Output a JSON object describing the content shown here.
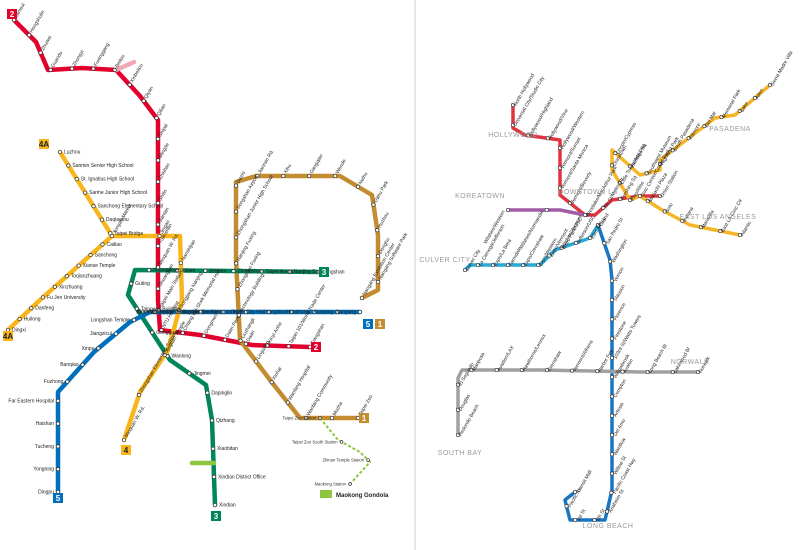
{
  "colors": {
    "red": "#e3002c",
    "gold": "#c48c31",
    "green": "#008659",
    "orange": "#f8b61c",
    "blue": "#0070bd",
    "lime": "#8dc63f",
    "pink": "#f0a7b6",
    "la_red": "#e0343f",
    "la_purple": "#a05da5",
    "la_cyan": "#2aa9d6",
    "la_blue": "#1a75c2",
    "la_gold": "#f6b527",
    "la_gray": "#a0a0a0",
    "district": "#9a9a9a",
    "divider": "#cccccc"
  },
  "taipei": {
    "badges": {
      "red_top": "2",
      "red_right": "2",
      "green": "3",
      "green_bottom": "3",
      "blue_right": "5",
      "blue_bottom": "5",
      "gold_right": "1",
      "gold_bottom": "1",
      "orange_top": "4A",
      "orange_bottom": "4A",
      "orange_xindian": "4"
    },
    "red_line": [
      "Tamsui",
      "Hongshulin",
      "Zhuwei",
      "Guandu",
      "Zhongyi",
      "Fuxinggang",
      "Beitou",
      "Xinbeitou",
      "Qiyan",
      "Qilian",
      "Shipai",
      "Mingde",
      "Zhishan",
      "Shilin",
      "Jiantan",
      "Yuanshan",
      "Minquan W. Rd.",
      "Shuanglian",
      "Taipei Main Station",
      "NTU Hospital",
      "Chiang Kai-Shek Memorial Hall",
      "Dongmen",
      "Daan Park",
      "Daan",
      "Xinyi Anhe",
      "Taipei 101/World Trade Center",
      "Xiangshan"
    ],
    "gold_line": [
      "Taipei Zoo",
      "Muzha",
      "Wanfang Community",
      "Wanfang Hospital",
      "Xinhai",
      "Linguang",
      "Liuzhangli",
      "Technology Building",
      "Zhongxiao Fuxing",
      "Nanjing Fuxing",
      "Zhongshan Junior High School",
      "Songshan Airport",
      "Dazhi",
      "Jiannan Rd.",
      "Xihu",
      "Gangqian",
      "Wende",
      "Neihu",
      "Dahu Park",
      "Huzhou",
      "Donghu",
      "Nangang Software Park",
      "Nangang Exhibition Center"
    ],
    "green_line": [
      "Songshan",
      "Nanjing Sanmin",
      "Taipei Arena",
      "Zhongshan",
      "Beimen",
      "Ximen",
      "Xiaonanmen",
      "Guting",
      "Taipower Building",
      "Gongguan",
      "Wanlong",
      "Jingmei",
      "Dapinglin",
      "Qizhang",
      "Xiaobitan",
      "Xindian District Office",
      "Xindian"
    ],
    "blue_line": [
      "Dingpu",
      "Yongning",
      "Tucheng",
      "Haishan",
      "Far Eastern Hospital",
      "Fuzhong",
      "Banqiao",
      "Xinpu",
      "Jiangzicui",
      "Longshan Temple",
      "Ximen",
      "Shandao Temple",
      "Zhongxiao Xinsheng",
      "Zhongxiao Dunhua",
      "Sun Yat-Sen Memorial Hall",
      "Taipei City Hall",
      "Yongchun",
      "Houshanpi",
      "Kunyang",
      "Nangang"
    ],
    "orange_line": [
      "Luzhou",
      "Sanmin Senior High School",
      "St. Ignatius High School",
      "Sanhe Junior High School",
      "Sanchong Elementary School",
      "Daqiaotou",
      "Taipei Bridge",
      "Cailiao",
      "Sanchong",
      "Xianse Temple",
      "Toqianzhuang",
      "Xinzhuang",
      "Fu Jen University",
      "Danfeng",
      "Huilong",
      "Dingxi",
      "Yongan Market",
      "Jingan",
      "Nanshijiao",
      "Songjiang Nanjing",
      "Xingtian Temple",
      "Zhongshan Elementary School",
      "Minquan W. Rd."
    ],
    "gondola": [
      "Taipei Zoo Station",
      "Taipei Zoo South Station",
      "Zhinan Temple Station",
      "Maokong Station"
    ],
    "gondola_label": "Maokong Gondola",
    "gondola_sub": "Maokong"
  },
  "la": {
    "districts": [
      "HOLLYWOOD",
      "KOREATOWN",
      "DOWNTOWN LA",
      "PASADENA",
      "EAST LOS ANGELES",
      "CULVER CITY",
      "NORWALK",
      "SOUTH BAY",
      "LONG BEACH"
    ],
    "red_line": [
      "North Hollywood",
      "Universal City/Studio City",
      "Hollywood/Highland",
      "Hollywood/Vine",
      "Hollywood/Western",
      "Vermont/Sunset",
      "Vermont/Santa Monica",
      "Vermont/Beverly",
      "Westlake/MacArthur Park",
      "7th St/Metro Ctr",
      "Pershing Sq",
      "Civic Center/Grand Park",
      "Union Station"
    ],
    "purple_line": [
      "Wilshire/Western",
      "Wilshire/Normandie",
      "Wilshire/Vermont"
    ],
    "gold_line": [
      "Sierra Madre Villa",
      "Allen",
      "Lake",
      "Memorial Park",
      "Del Mar",
      "Fillmore",
      "South Pasadena",
      "Highland Park",
      "Southwest Museum",
      "Heritage Sq",
      "Lincoln/Cypress",
      "Chinatown",
      "Little Tokyo/Arts Dist",
      "Pico/Aliso",
      "Mariachi Plaza",
      "Soto",
      "Indiana",
      "Maravilla",
      "East LA Civic Ctr",
      "Atlantic"
    ],
    "expo_line": [
      "Culver City",
      "La Cienega/Jefferson",
      "Expo/La Brea",
      "Farmdale",
      "Expo/Crenshaw",
      "Expo/Western",
      "Expo/Vermont",
      "Expo Park/USC",
      "Jefferson/USC",
      "23rd St",
      "Pico"
    ],
    "blue_line": [
      "Grand",
      "San Pedro St",
      "Washington",
      "Vernon",
      "Slauson",
      "Florence",
      "Firestone",
      "103rd St/Watts Towers",
      "Willowbrook",
      "Compton",
      "Artesia",
      "Del Amo",
      "Wardlow",
      "Willow St",
      "Pacific Coast Hwy",
      "Anaheim St",
      "5th St",
      "1st St",
      "Pacific Av",
      "Transit Mall"
    ],
    "green_line": [
      "Redondo Beach",
      "Douglas",
      "El Segundo",
      "Mariposa",
      "Aviation/LAX",
      "Hawthorne/Lennox",
      "Crenshaw",
      "Vermont/Athens",
      "Harbor Fwy",
      "Avalon",
      "Long Beach Bl",
      "Lakewood Bl",
      "Norwalk"
    ]
  }
}
